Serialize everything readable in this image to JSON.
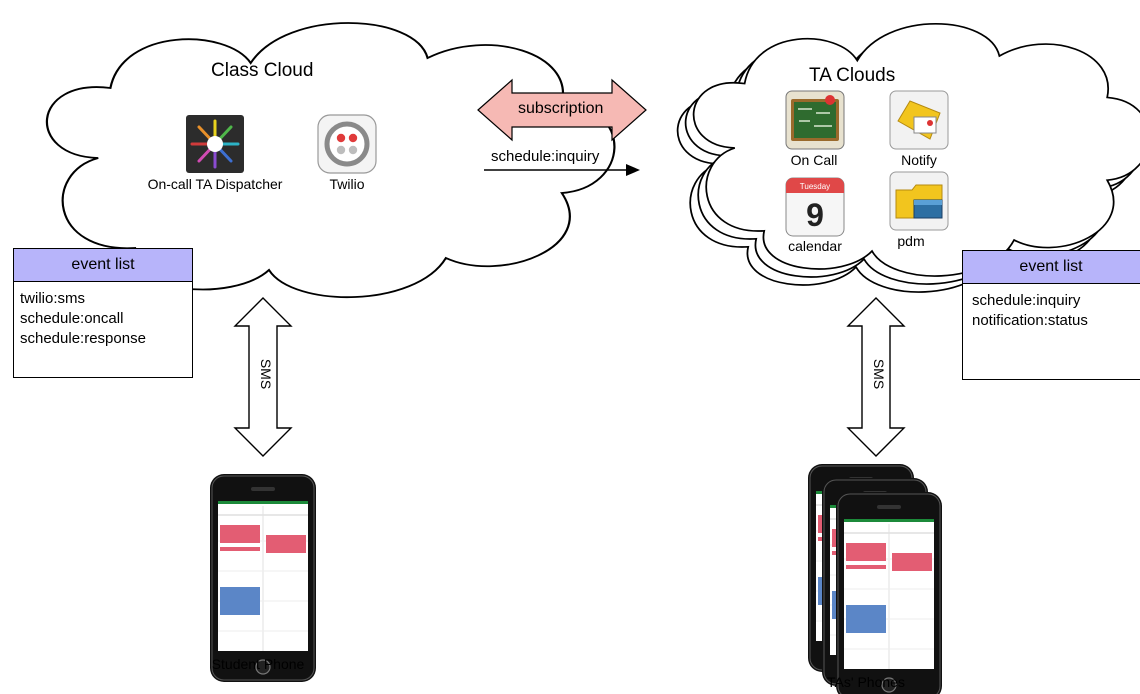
{
  "class_cloud": {
    "title": "Class Cloud",
    "icons": [
      {
        "name": "dispatcher-icon",
        "label": "On-call TA Dispatcher"
      },
      {
        "name": "twilio-icon",
        "label": "Twilio"
      }
    ]
  },
  "ta_clouds": {
    "title": "TA Clouds",
    "icons": [
      {
        "name": "chalkboard-icon",
        "label": "On Call"
      },
      {
        "name": "notify-icon",
        "label": "Notify"
      },
      {
        "name": "calendar-icon",
        "label": "calendar",
        "calendar_day": "Tuesday",
        "calendar_date": "9"
      },
      {
        "name": "pdm-folder-icon",
        "label": "pdm"
      }
    ]
  },
  "connectors": {
    "subscription_label": "subscription",
    "inquiry_label": "schedule:inquiry",
    "sms_left": "SMS",
    "sms_right": "SMS"
  },
  "event_lists": [
    {
      "header": "event list",
      "items": [
        "twilio:sms",
        "schedule:oncall",
        "schedule:response"
      ]
    },
    {
      "header": "event list",
      "items": [
        "schedule:inquiry",
        "notification:status"
      ]
    }
  ],
  "phones": {
    "student_label": "Student Phone",
    "ta_label": "TAs' Phones"
  },
  "colors": {
    "event_header": "#b7b4fa",
    "subscription_arrow": "#f6b9b4",
    "event_red": "#e35d73",
    "event_blue": "#5b86c7"
  }
}
